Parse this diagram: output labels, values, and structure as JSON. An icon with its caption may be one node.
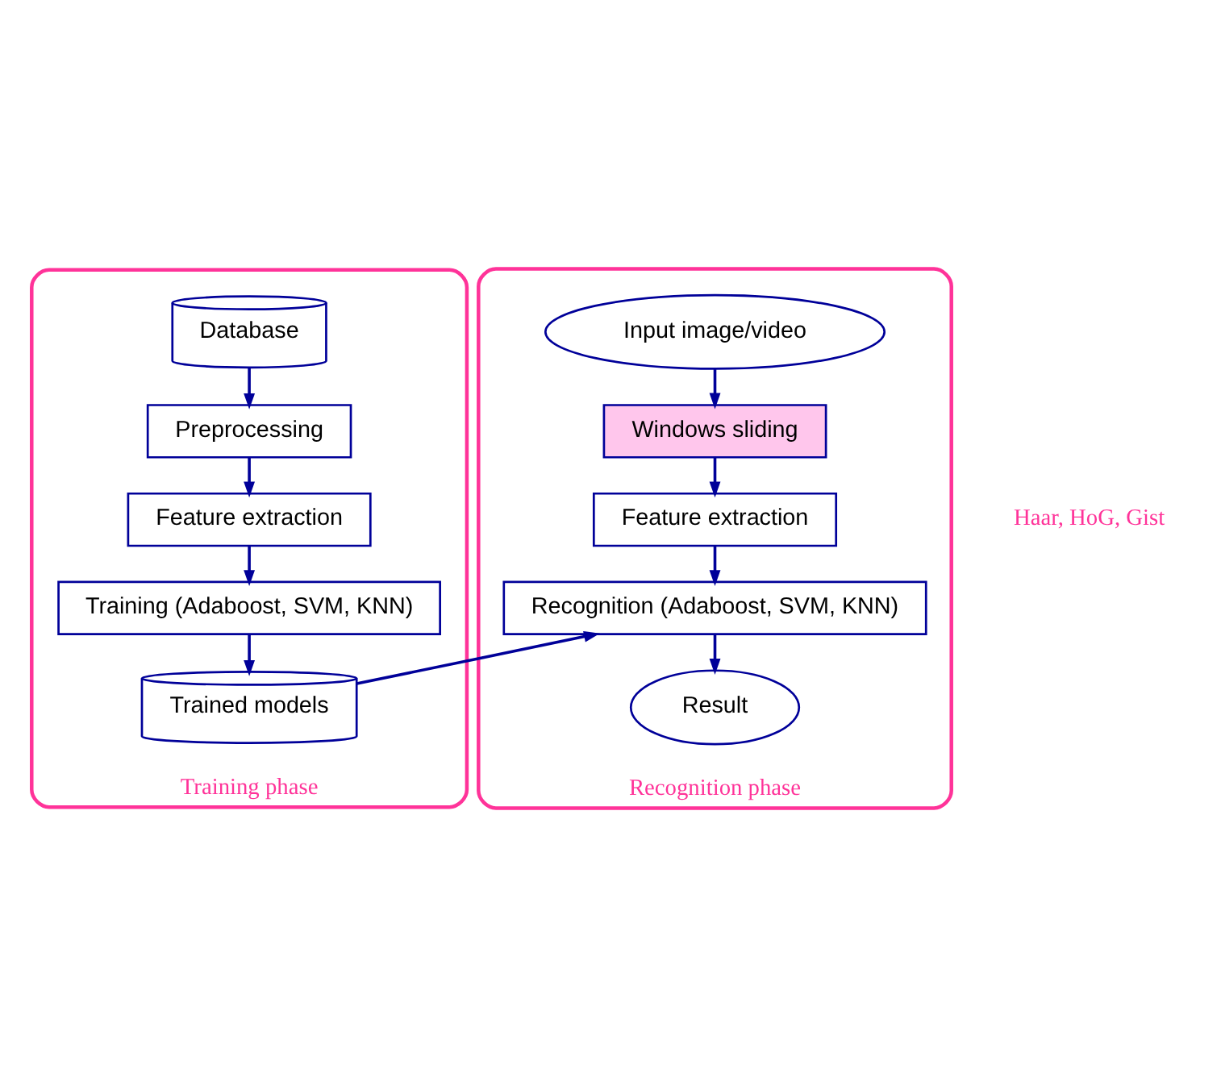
{
  "diagram": {
    "nodes": [
      {
        "text": [
          "Training phase"
        ]
      },
      {
        "text": [
          "Database"
        ],
        "in": 0
      },
      {
        "text": [
          "Preprocessing"
        ],
        "in": 0
      },
      {
        "text": [
          "Feature extraction"
        ],
        "in": 0
      },
      {
        "text": [
          "Training (Adaboost, SVM, KNN)"
        ],
        "in": 0
      },
      {
        "text": [
          "Trained models"
        ],
        "in": 0
      },
      {
        "text": [
          "Recognition phase"
        ]
      },
      {
        "text": [
          "Input image/video"
        ],
        "in": 6
      },
      {
        "text": [
          "Windows sliding"
        ],
        "in": 6
      },
      {
        "text": [
          "Feature extraction"
        ],
        "in": 6
      },
      {
        "text": [
          "Recognition (Adaboost, SVM, KNN)"
        ],
        "in": 6
      },
      {
        "text": [
          "Result"
        ],
        "in": 6
      }
    ],
    "edges": [
      {
        "from": 1,
        "to": 2,
        "arrow": "to"
      },
      {
        "from": 2,
        "to": 3,
        "arrow": "to"
      },
      {
        "from": 3,
        "to": 4,
        "arrow": "to"
      },
      {
        "from": 4,
        "to": 5,
        "arrow": "to"
      },
      {
        "from": 7,
        "to": 8,
        "arrow": "to"
      },
      {
        "from": 8,
        "to": 9,
        "arrow": "to"
      },
      {
        "from": 9,
        "to": 10,
        "arrow": "to"
      },
      {
        "from": 10,
        "to": 11,
        "arrow": "to"
      },
      {
        "from": 5,
        "to": 10,
        "arrow": "to"
      }
    ],
    "labels": [
      "Haar, HoG, Gist"
    ]
  }
}
